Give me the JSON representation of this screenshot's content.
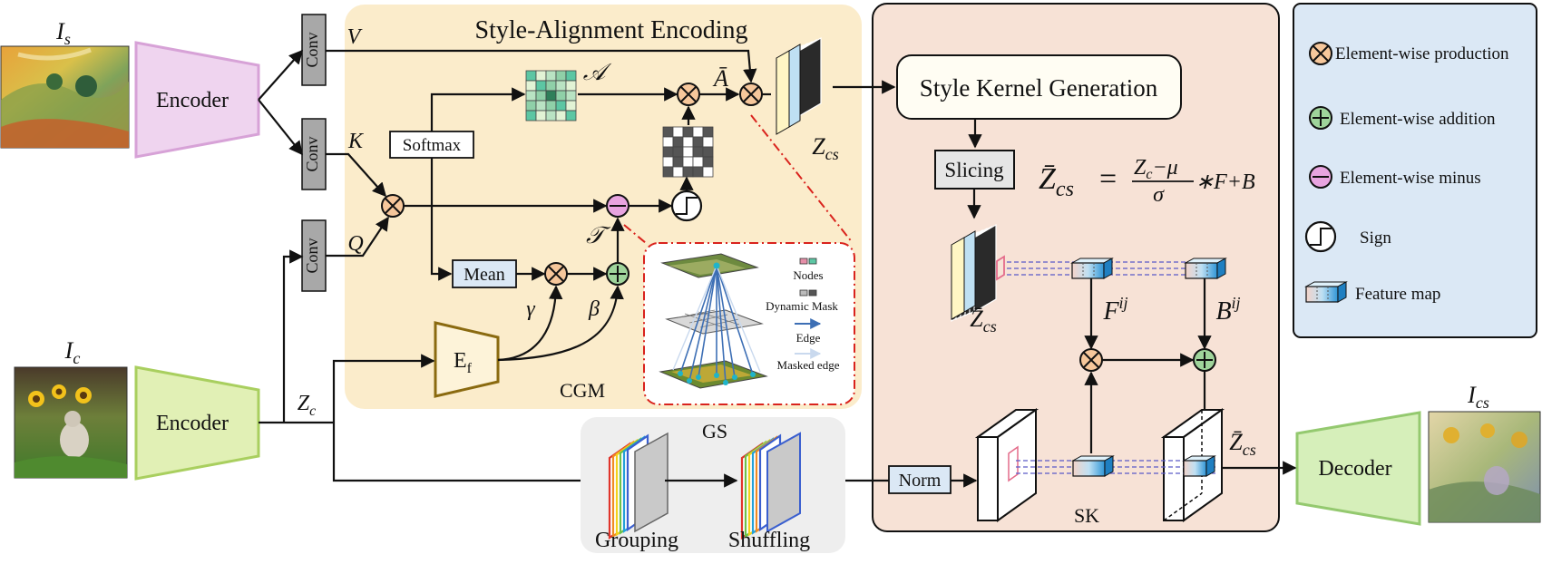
{
  "inputs": {
    "style_image": "I",
    "style_sub": "s",
    "content_image": "I",
    "content_sub": "c",
    "output_image": "I",
    "output_sub": "cs"
  },
  "blocks": {
    "encoder_style": "Encoder",
    "encoder_content": "Encoder",
    "decoder": "Decoder",
    "conv": "Conv",
    "softmax": "Softmax",
    "mean": "Mean",
    "ef_main": "E",
    "ef_sub": "f",
    "slicing": "Slicing",
    "norm": "Norm",
    "style_kernel_generation": "Style Kernel Generation"
  },
  "regions": {
    "sae_title": "Style-Alignment Encoding",
    "cgm": "CGM",
    "gs": "GS",
    "sk": "SK",
    "grouping": "Grouping",
    "shuffling": "Shuffling"
  },
  "symbols": {
    "V": "V",
    "K": "K",
    "Q": "Q",
    "A": "𝒜",
    "A_bar": "Ā",
    "T": "𝒯",
    "gamma": "γ",
    "beta": "β",
    "Zc_main": "Z",
    "Zc_sub": "c",
    "Zcs_main": "Z",
    "Zcs_sub": "cs",
    "Zcs_bar_main": "Z̄",
    "Zcs_bar_sub": "cs",
    "Fij_main": "F",
    "Fij_sup": "ij",
    "Bij_main": "B",
    "Bij_sup": "ij"
  },
  "equation": {
    "lhs_main": "Z̄",
    "lhs_sub": "cs",
    "eq": "=",
    "num_main": "Z",
    "num_sub": "c",
    "num_rest": "−μ",
    "den": "σ",
    "tail": "∗F+B"
  },
  "graph_inset": {
    "nodes": "Nodes",
    "dynamic_mask": "Dynamic Mask",
    "edge": "Edge",
    "masked_edge": "Masked edge"
  },
  "legend": {
    "items": [
      {
        "label": "Element-wise production",
        "icon": "otimes-icon"
      },
      {
        "label": "Element-wise addition",
        "icon": "oplus-icon"
      },
      {
        "label": "Element-wise minus",
        "icon": "minus-circle-icon"
      },
      {
        "label": "Sign",
        "icon": "sign-icon"
      },
      {
        "label": "Feature map",
        "icon": "feature-map-icon"
      }
    ]
  },
  "colors": {
    "sae_bg": "#fbeccb",
    "sk_bg": "#f7e2d6",
    "legend_bg": "#dbe8f5",
    "gs_bg": "#eeeeee",
    "encoder_style": "#efd4ef",
    "encoder_content": "#e1f0b5",
    "decoder": "#d6efba",
    "mult": "#f6c79b",
    "add": "#9fd49b",
    "minus": "#e8a4e0",
    "ef_border": "#8a6a10"
  }
}
